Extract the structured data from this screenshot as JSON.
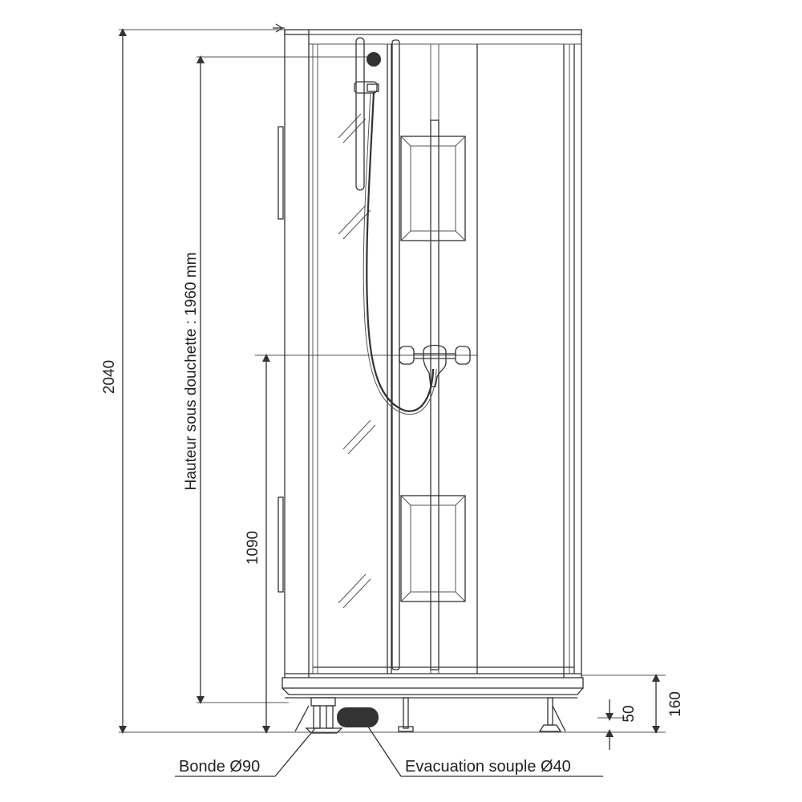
{
  "dimensions": {
    "total_height": "2040",
    "shower_head_height": "Hauteur sous douchette : 1960 mm",
    "mixer_height": "1090",
    "tray_height": "160",
    "drain_height": "50"
  },
  "callouts": {
    "drain": "Bonde Ø90",
    "evacuation": "Evacuation souple Ø40"
  },
  "colors": {
    "line": "#333333",
    "background": "#ffffff"
  }
}
